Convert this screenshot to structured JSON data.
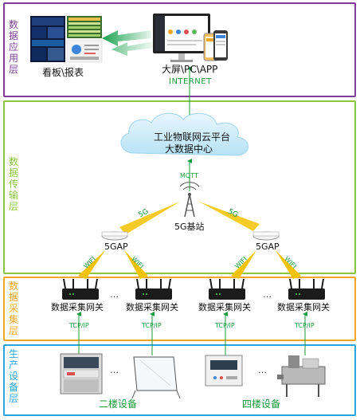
{
  "layers": {
    "application": "数据应用层",
    "transmission": "数据传输层",
    "collection": "数据采集层",
    "production": "生产设备层"
  },
  "app": {
    "dashboard_label": "看板\\报表",
    "devices_label": "大屏\\PC\\APP",
    "internet_label": "INTERNET"
  },
  "cloud": {
    "line1": "工业物联网云平台",
    "line2": "大数据中心"
  },
  "transmission": {
    "mqtt_label": "MQTT",
    "base_station_label": "5G基站",
    "link_5g": "5G",
    "ap_label": "5GAP",
    "wifi_label": "WIFI"
  },
  "collection": {
    "gateway_label": "数据采集网关",
    "ellipsis": "…",
    "protocol_label": "TCP/IP"
  },
  "production": {
    "floor2_label": "二楼设备",
    "floor4_label": "四楼设备",
    "ellipsis": "…"
  },
  "colors": {
    "application": "#7f3f98",
    "transmission": "#8cc63f",
    "collection": "#f5a623",
    "production": "#29a6e0",
    "link_green": "#1a9b3a",
    "signal_yellow": "#f2c200"
  }
}
